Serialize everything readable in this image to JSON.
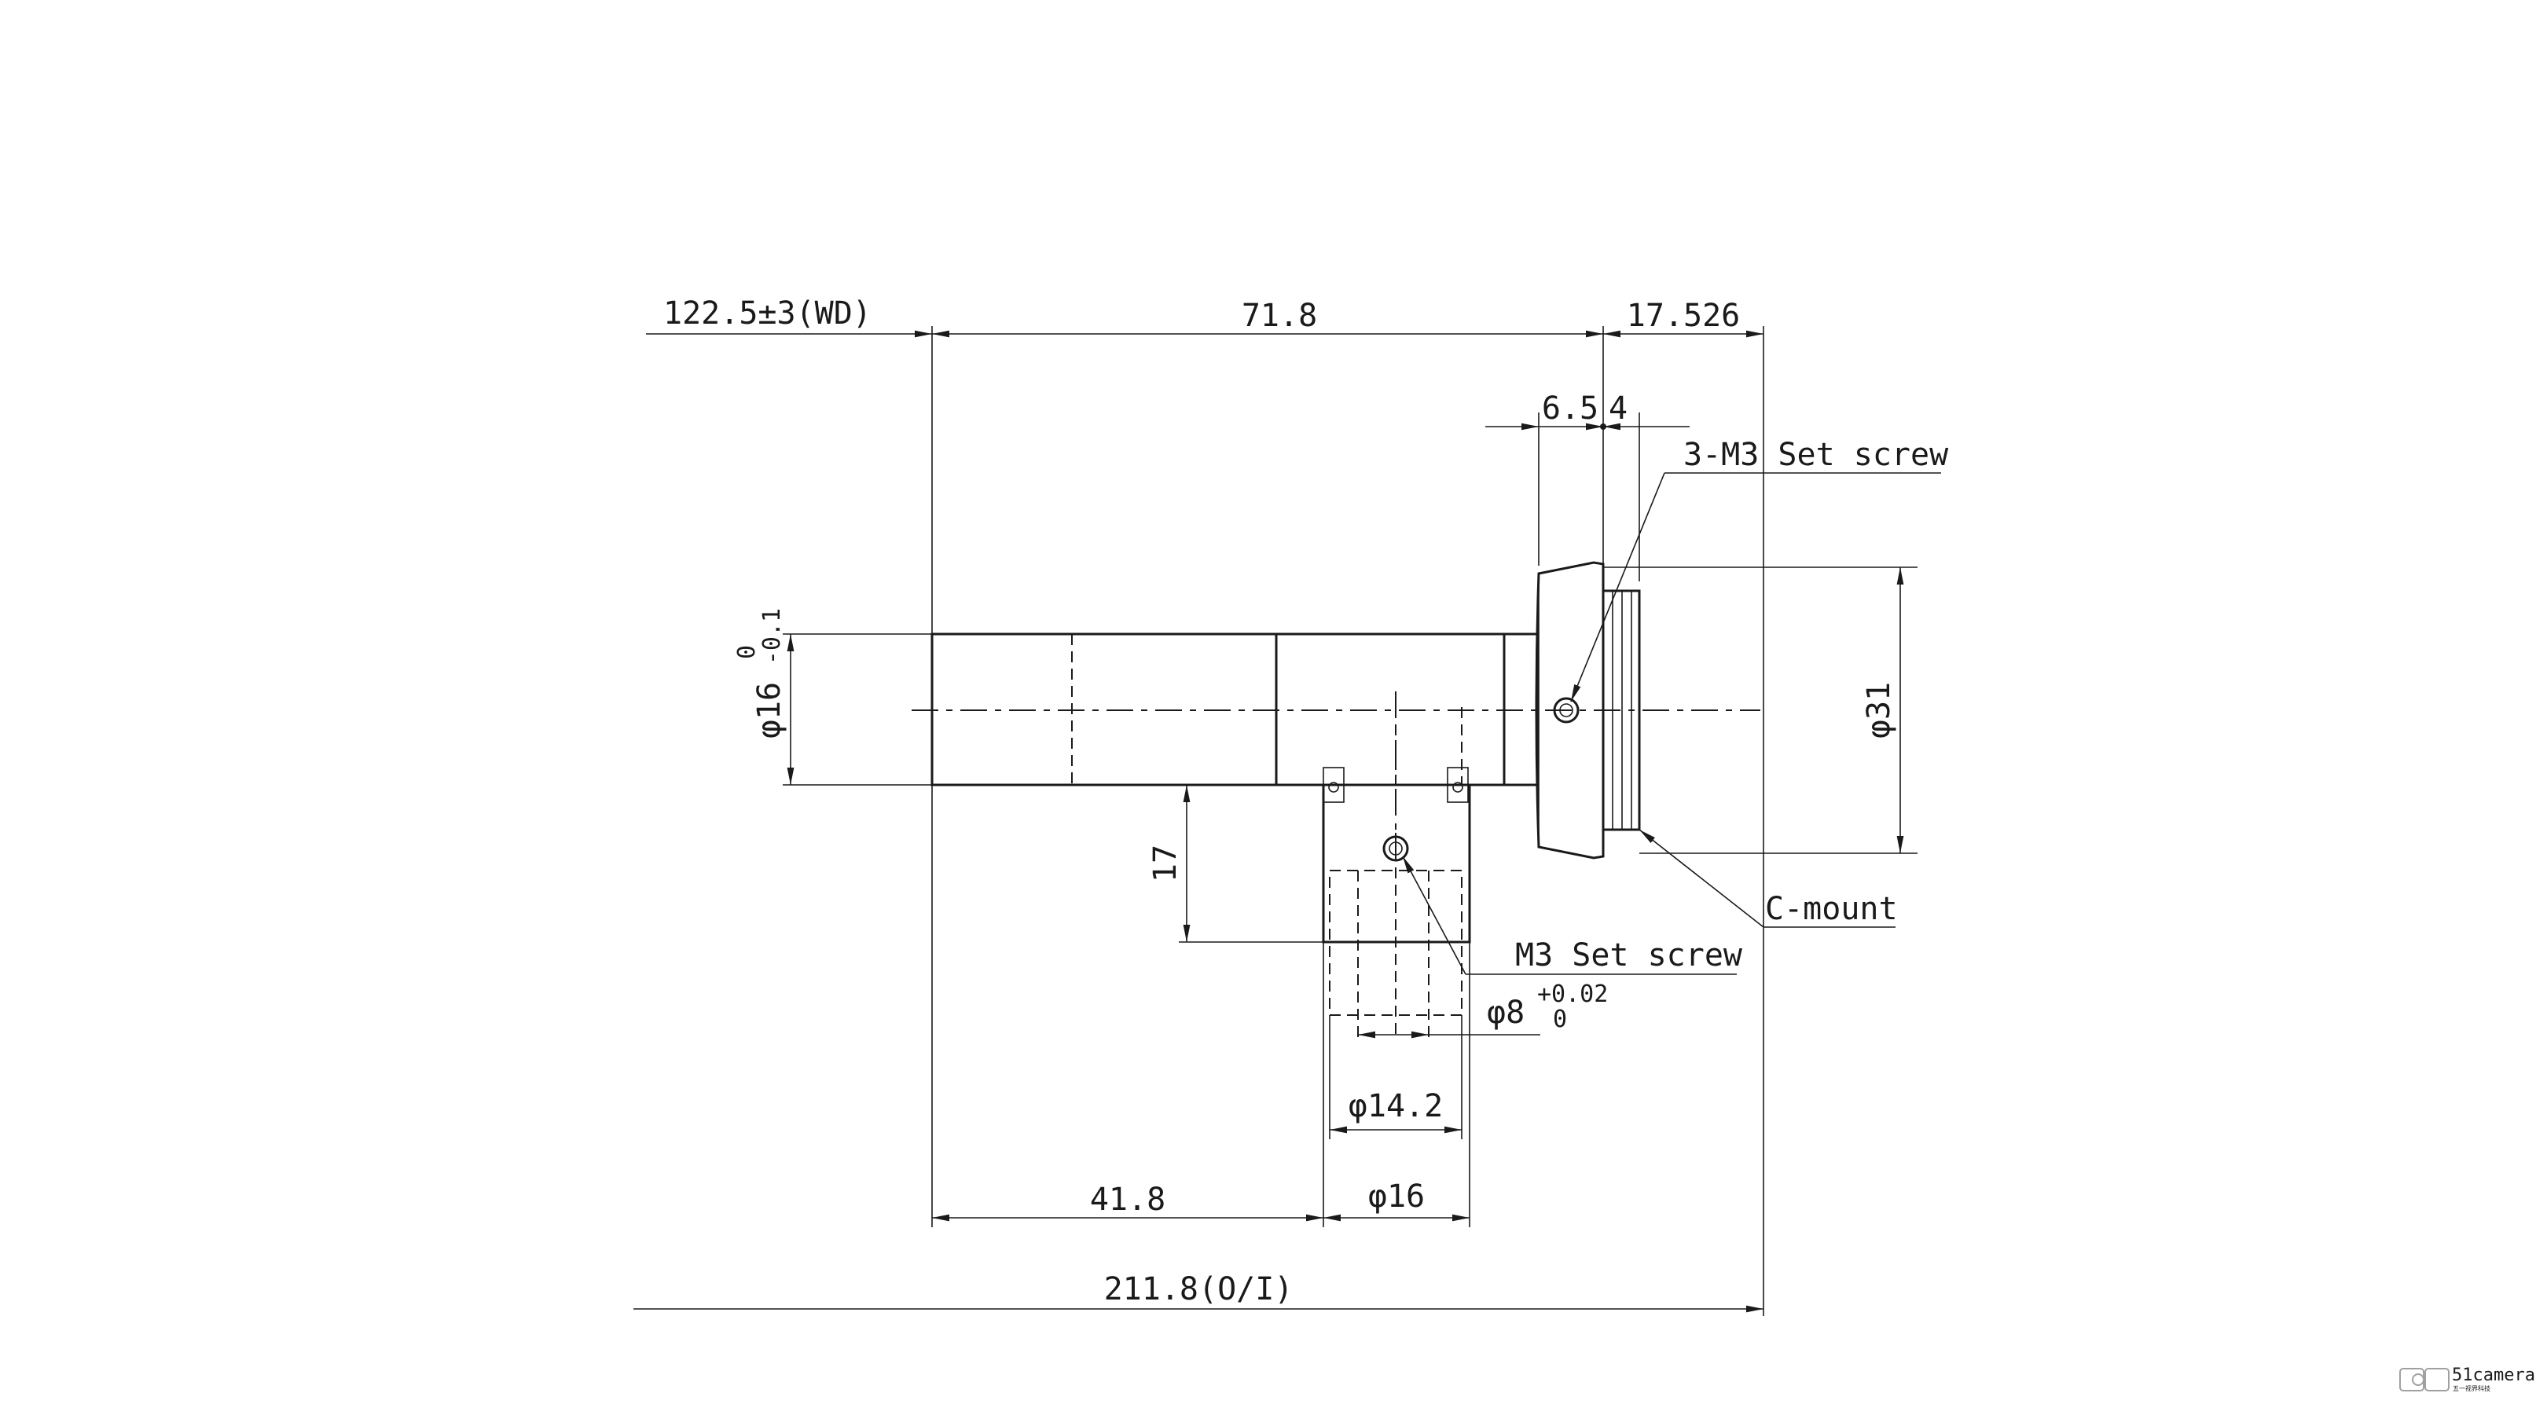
{
  "dimensions": {
    "wd": "122.5±3(WD)",
    "body_length": "71.8",
    "mount_length": "17.526",
    "d_6_5": "6.5",
    "d_4": "4",
    "d_41_8": "41.8",
    "d_phi16_bottom": "φ16",
    "d_phi14_2": "φ14.2",
    "d_phi8": "φ8",
    "d_phi8_tol_upper": "+0.02",
    "d_phi8_tol_lower": "0",
    "d_17": "17",
    "d_phi31": "φ31",
    "d_phi16_left": "φ16",
    "d_phi16_left_tol_upper": "0",
    "d_phi16_left_tol_lower": "-0.1",
    "total": "211.8(O/I)"
  },
  "callouts": {
    "set_screw_3m3": "3-M3 Set screw",
    "set_screw_m3": "M3 Set screw",
    "c_mount": "C-mount"
  },
  "watermark": {
    "brand": "51camera",
    "sub": "五一视界科技"
  },
  "colors": {
    "line": "#1a1a1a",
    "background": "#ffffff",
    "watermark": "#9a9a9a"
  }
}
